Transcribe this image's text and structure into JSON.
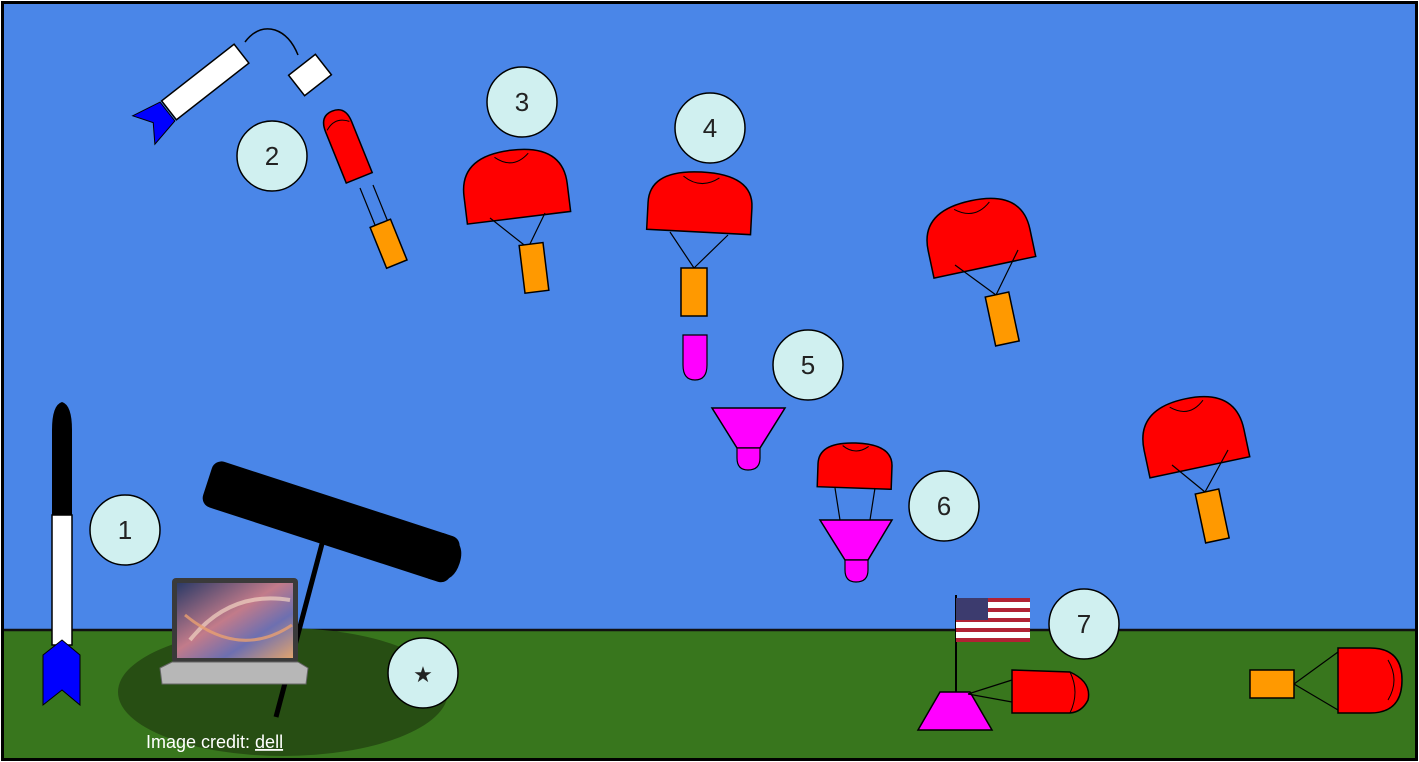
{
  "colors": {
    "sky": "#4a86e8",
    "ground": "#38761d",
    "shadow": "#274e13",
    "circle_fill": "#d0f0f0",
    "chute": "#ff0000",
    "payload": "#ff9900",
    "lander": "#ff00ff",
    "nosecone_blue": "#0000ff"
  },
  "steps": [
    {
      "id": "1",
      "label": "1"
    },
    {
      "id": "2",
      "label": "2"
    },
    {
      "id": "3",
      "label": "3"
    },
    {
      "id": "4",
      "label": "4"
    },
    {
      "id": "5",
      "label": "5"
    },
    {
      "id": "6",
      "label": "6"
    },
    {
      "id": "7",
      "label": "7"
    },
    {
      "id": "star",
      "label": "★"
    }
  ],
  "credit": {
    "prefix": "Image credit: ",
    "link": "dell"
  },
  "icons": [
    "rocket-icon",
    "parachute-icon",
    "payload-icon",
    "lander-icon",
    "flag-icon",
    "laptop-icon",
    "canopy-icon"
  ]
}
